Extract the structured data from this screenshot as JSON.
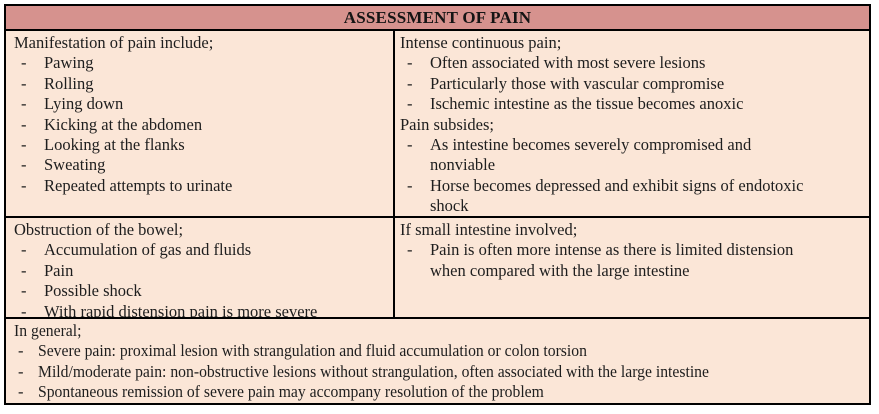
{
  "title": "ASSESSMENT OF PAIN",
  "colors": {
    "header_bg": "#d6928e",
    "cell_bg": "#fbe6d7",
    "border": "#000000",
    "text": "#1e1e1e"
  },
  "cells": {
    "manifestation": {
      "heading": "Manifestation of pain include;",
      "items": [
        "Pawing",
        "Rolling",
        "Lying down",
        "Kicking at the abdomen",
        "Looking at the flanks",
        "Sweating",
        "Repeated attempts to urinate"
      ]
    },
    "intense": {
      "sections": [
        {
          "heading": "Intense continuous pain;",
          "items": [
            "Often associated with most severe lesions",
            "Particularly those with vascular compromise",
            "Ischemic intestine as the tissue becomes anoxic"
          ]
        },
        {
          "heading": "Pain subsides;",
          "items": [
            "As intestine becomes severely compromised and\nnonviable",
            "Horse becomes depressed and exhibit signs of endotoxic\nshock"
          ]
        }
      ]
    },
    "obstruction": {
      "heading": "Obstruction of the bowel;",
      "items": [
        "Accumulation of gas and fluids",
        "Pain",
        "Possible shock",
        "With rapid distension pain is more severe"
      ]
    },
    "small_intestine": {
      "heading": "If small intestine involved;",
      "items": [
        "Pain is often more intense as there is limited distension\nwhen compared with the large intestine"
      ]
    },
    "general": {
      "heading": "In general;",
      "items": [
        "Severe pain: proximal lesion with strangulation and fluid accumulation or colon torsion",
        "Mild/moderate pain: non-obstructive lesions without strangulation, often associated with the large intestine",
        "Spontaneous remission of severe pain may accompany resolution of the problem"
      ]
    }
  }
}
